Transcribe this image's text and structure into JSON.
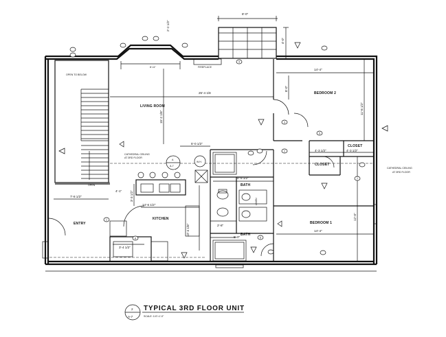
{
  "rooms": {
    "living_room": "LIVING ROOM",
    "bedroom2": "BEDROOM 2",
    "bedroom1": "BEDROOM 1",
    "kitchen": "KITCHEN",
    "entry": "ENTRY",
    "closet_upper": "CLOSET",
    "closet_lower": "CLOSET",
    "bath_upper": "BATH",
    "bath_lower": "BATH",
    "open_to_below": "OPEN TO BELOW",
    "open": "OPEN",
    "fireplace": "FIREPLACE",
    "cathedral_left": [
      "CATHEDRAL CEILING",
      "AT 3RD FLOOR"
    ],
    "cathedral_right": [
      "CATHEDRAL CEILING",
      "AT 3RD FLOOR"
    ]
  },
  "dimensions": {
    "deck_width": "8'-0\"",
    "deck_depth": "4'-0\"",
    "top_left": "2'-2 1/2\"",
    "bay": "8'-11\"",
    "living_width": "25'-4 1/8",
    "living_height": "15'-2 1/8\"",
    "bed2_width": "14'-4\"",
    "bed2_height": "11'-8 1/2\"",
    "hall_short": "8'-0\"",
    "closet_a": "4'-3 1/2\"",
    "closet_b": "4'-3 1/2\"",
    "bath_width": "8'-9 1/2\"",
    "counter": "5'-0 1/2\"",
    "kitchen_height": "4'-1\"",
    "kitchen_width": "14'-6 1/2\"",
    "kitchen_vert": "3'-3 1/2\"",
    "stair_width": "7'-8 1/2\"",
    "kitchen_depth": "10'-4 1/8\"",
    "small_a": "2'-8\"",
    "small_b": "5'-0\"",
    "bed1_width": "14'-4\"",
    "bed1_height": "12'-0\"",
    "entry_width": "3'-4 1/2\"",
    "linen": "LINEN",
    "wh": "W.H."
  },
  "marks": {
    "section_top": "A",
    "section_bottom": "A-7",
    "door_1": "1",
    "door_2": "2",
    "door_3": "3",
    "door_4": "4",
    "door_5": "5",
    "door_6": "6",
    "door_7": "7",
    "door_8": "8"
  },
  "title_block": {
    "number": "2",
    "sheet": "A-7",
    "title": "TYPICAL 3RD FLOOR UNIT",
    "scale": "SCALE: 1/4\"=1'-0\""
  }
}
